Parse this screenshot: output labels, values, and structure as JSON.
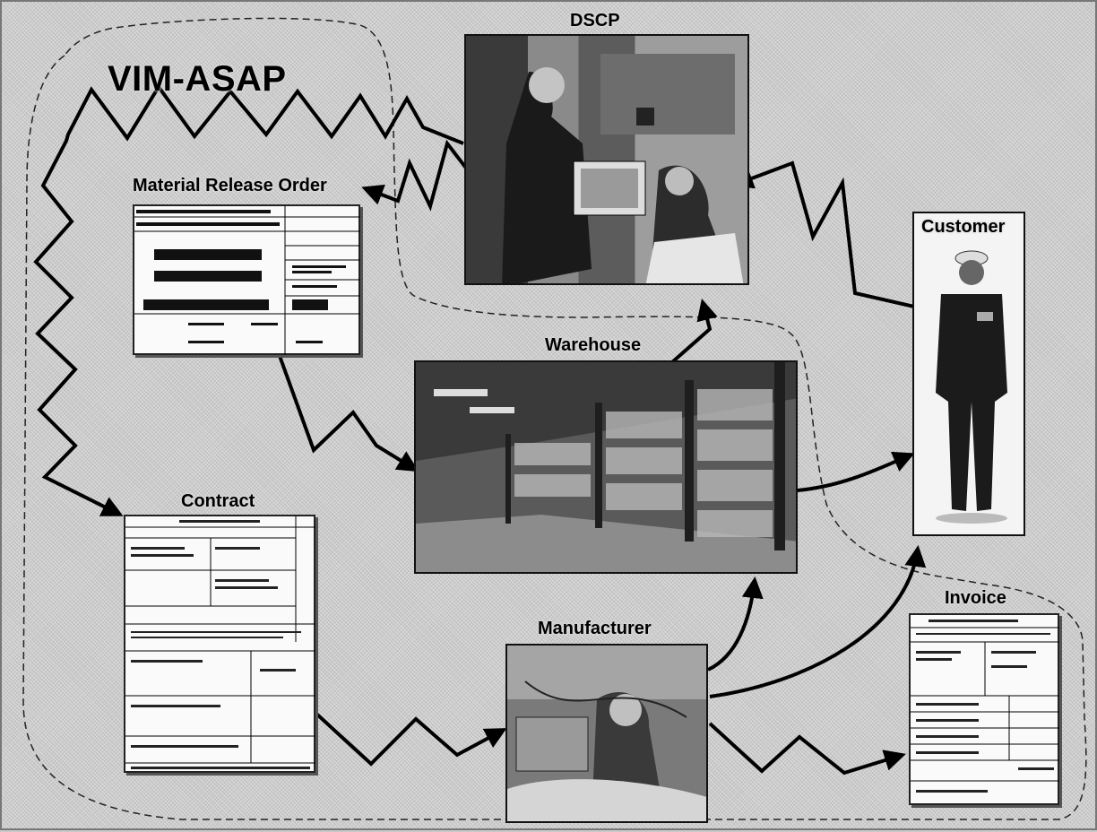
{
  "diagram": {
    "title": "VIM-ASAP",
    "nodes": {
      "dscp": "DSCP",
      "material_release_order": "Material Release Order",
      "customer": "Customer",
      "warehouse": "Warehouse",
      "contract": "Contract",
      "manufacturer": "Manufacturer",
      "invoice": "Invoice"
    }
  }
}
